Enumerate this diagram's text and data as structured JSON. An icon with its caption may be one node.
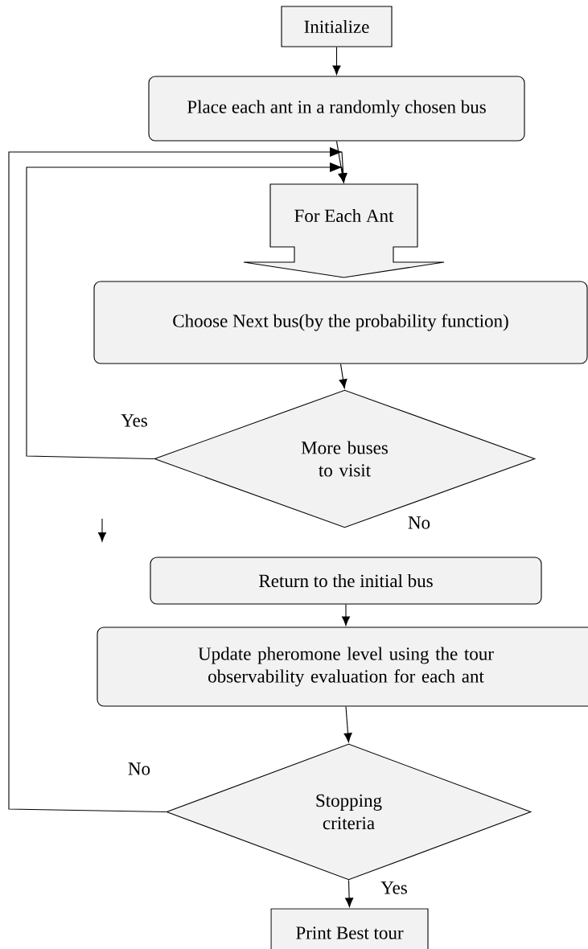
{
  "diagram": {
    "nodes": [
      {
        "text": [
          "Initialize"
        ]
      },
      {
        "text": [
          "Place each ant in a randomly chosen bus"
        ]
      },
      {
        "text": [
          "For Each Ant"
        ]
      },
      {
        "text": [
          "Choose Next bus(by the probability function)"
        ]
      },
      {
        "text": [
          "More buses to visit"
        ]
      },
      {
        "text": [
          "Return to the initial bus"
        ]
      },
      {
        "text": [
          "Update pheromone level using the tour observability evaluation for each ant"
        ]
      },
      {
        "text": [
          "Stopping criteria"
        ]
      },
      {
        "text": [
          "Print Best tour"
        ]
      }
    ],
    "edges": [
      {
        "from": 0,
        "to": 1,
        "arrow": "to"
      },
      {
        "from": 1,
        "to": 2,
        "arrow": "to"
      },
      {
        "from": 4,
        "to": 2,
        "arrow": "to",
        "label": "Yes"
      },
      {
        "from": 7,
        "to": 2,
        "arrow": "to",
        "label": "No"
      },
      {
        "from": 3,
        "to": 4,
        "arrow": "to"
      },
      {
        "from": 5,
        "to": 6,
        "arrow": "to"
      },
      {
        "from": 6,
        "to": 7,
        "arrow": "to"
      },
      {
        "from": 7,
        "to": 8,
        "arrow": "to",
        "label": "Yes"
      }
    ],
    "labels": [
      "No"
    ]
  }
}
